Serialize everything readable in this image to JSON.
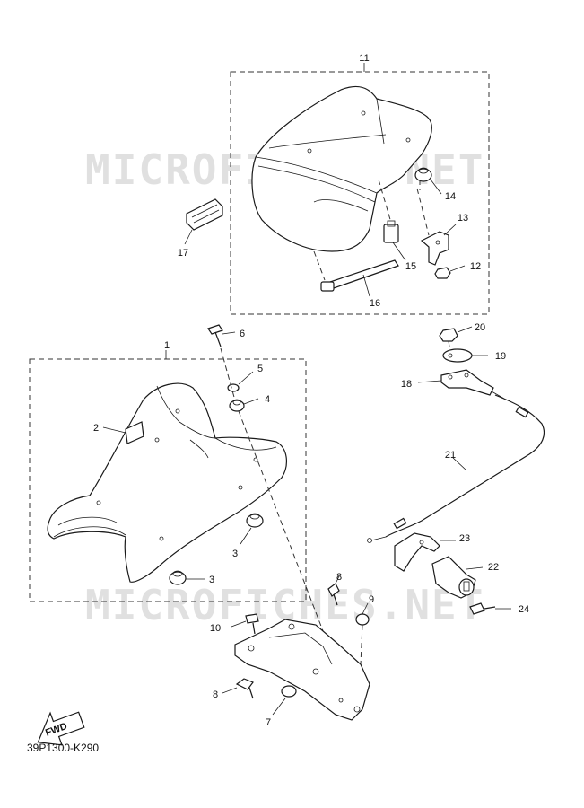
{
  "watermark": "MICROFICHES.NET",
  "diagram_code": "39P1300-K290",
  "fwd_label": "FWD",
  "callouts": [
    "1",
    "2",
    "3",
    "3",
    "4",
    "5",
    "6",
    "7",
    "8",
    "8",
    "9",
    "10",
    "11",
    "12",
    "13",
    "14",
    "15",
    "16",
    "17",
    "18",
    "19",
    "20",
    "21",
    "22",
    "23",
    "24"
  ]
}
